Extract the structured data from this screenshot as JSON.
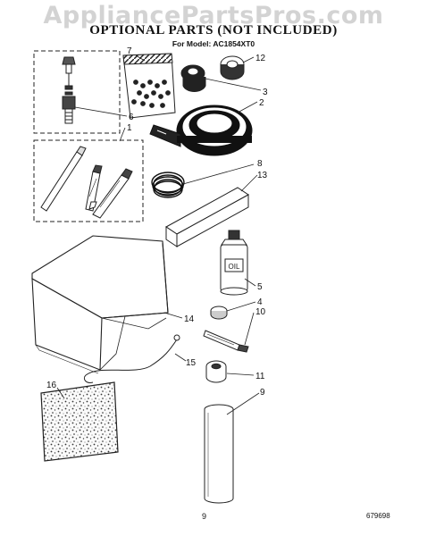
{
  "watermark": "AppliancePartsPros.com",
  "header": {
    "title": "OPTIONAL PARTS   (NOT INCLUDED)",
    "subtitle": "For Model: AC1854XT0"
  },
  "footer": {
    "page_number": "9",
    "doc_number": "679698"
  },
  "callouts": [
    {
      "id": "c7",
      "label": "7"
    },
    {
      "id": "c12",
      "label": "12"
    },
    {
      "id": "c3",
      "label": "3"
    },
    {
      "id": "c2",
      "label": "2"
    },
    {
      "id": "c6",
      "label": "6"
    },
    {
      "id": "c1",
      "label": "1"
    },
    {
      "id": "c8",
      "label": "8"
    },
    {
      "id": "c13",
      "label": "13"
    },
    {
      "id": "c5",
      "label": "5"
    },
    {
      "id": "c4",
      "label": "4"
    },
    {
      "id": "c10",
      "label": "10"
    },
    {
      "id": "c14",
      "label": "14"
    },
    {
      "id": "c15",
      "label": "15"
    },
    {
      "id": "c11",
      "label": "11"
    },
    {
      "id": "c9",
      "label": "9"
    },
    {
      "id": "c16",
      "label": "16"
    }
  ],
  "item_labels": {
    "oil": "OIL"
  }
}
